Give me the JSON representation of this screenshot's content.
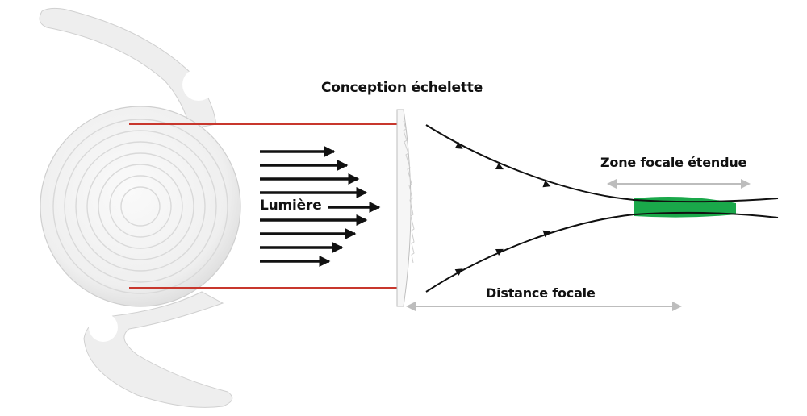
{
  "diagram": {
    "title": "Conception échelette",
    "light_label": "Lumière",
    "focal_zone_label": "Zone focale étendue",
    "focal_distance_label": "Distance focale"
  },
  "colors": {
    "ray_lines": "#c8372d",
    "focal_zone": "#1aa84a",
    "dimension_arrows": "#bdbdbd",
    "lens_body": "#eeeeee",
    "light_arrows": "#111111"
  },
  "icons": [
    "intraocular-lens-icon",
    "echelette-lens-profile-icon"
  ]
}
